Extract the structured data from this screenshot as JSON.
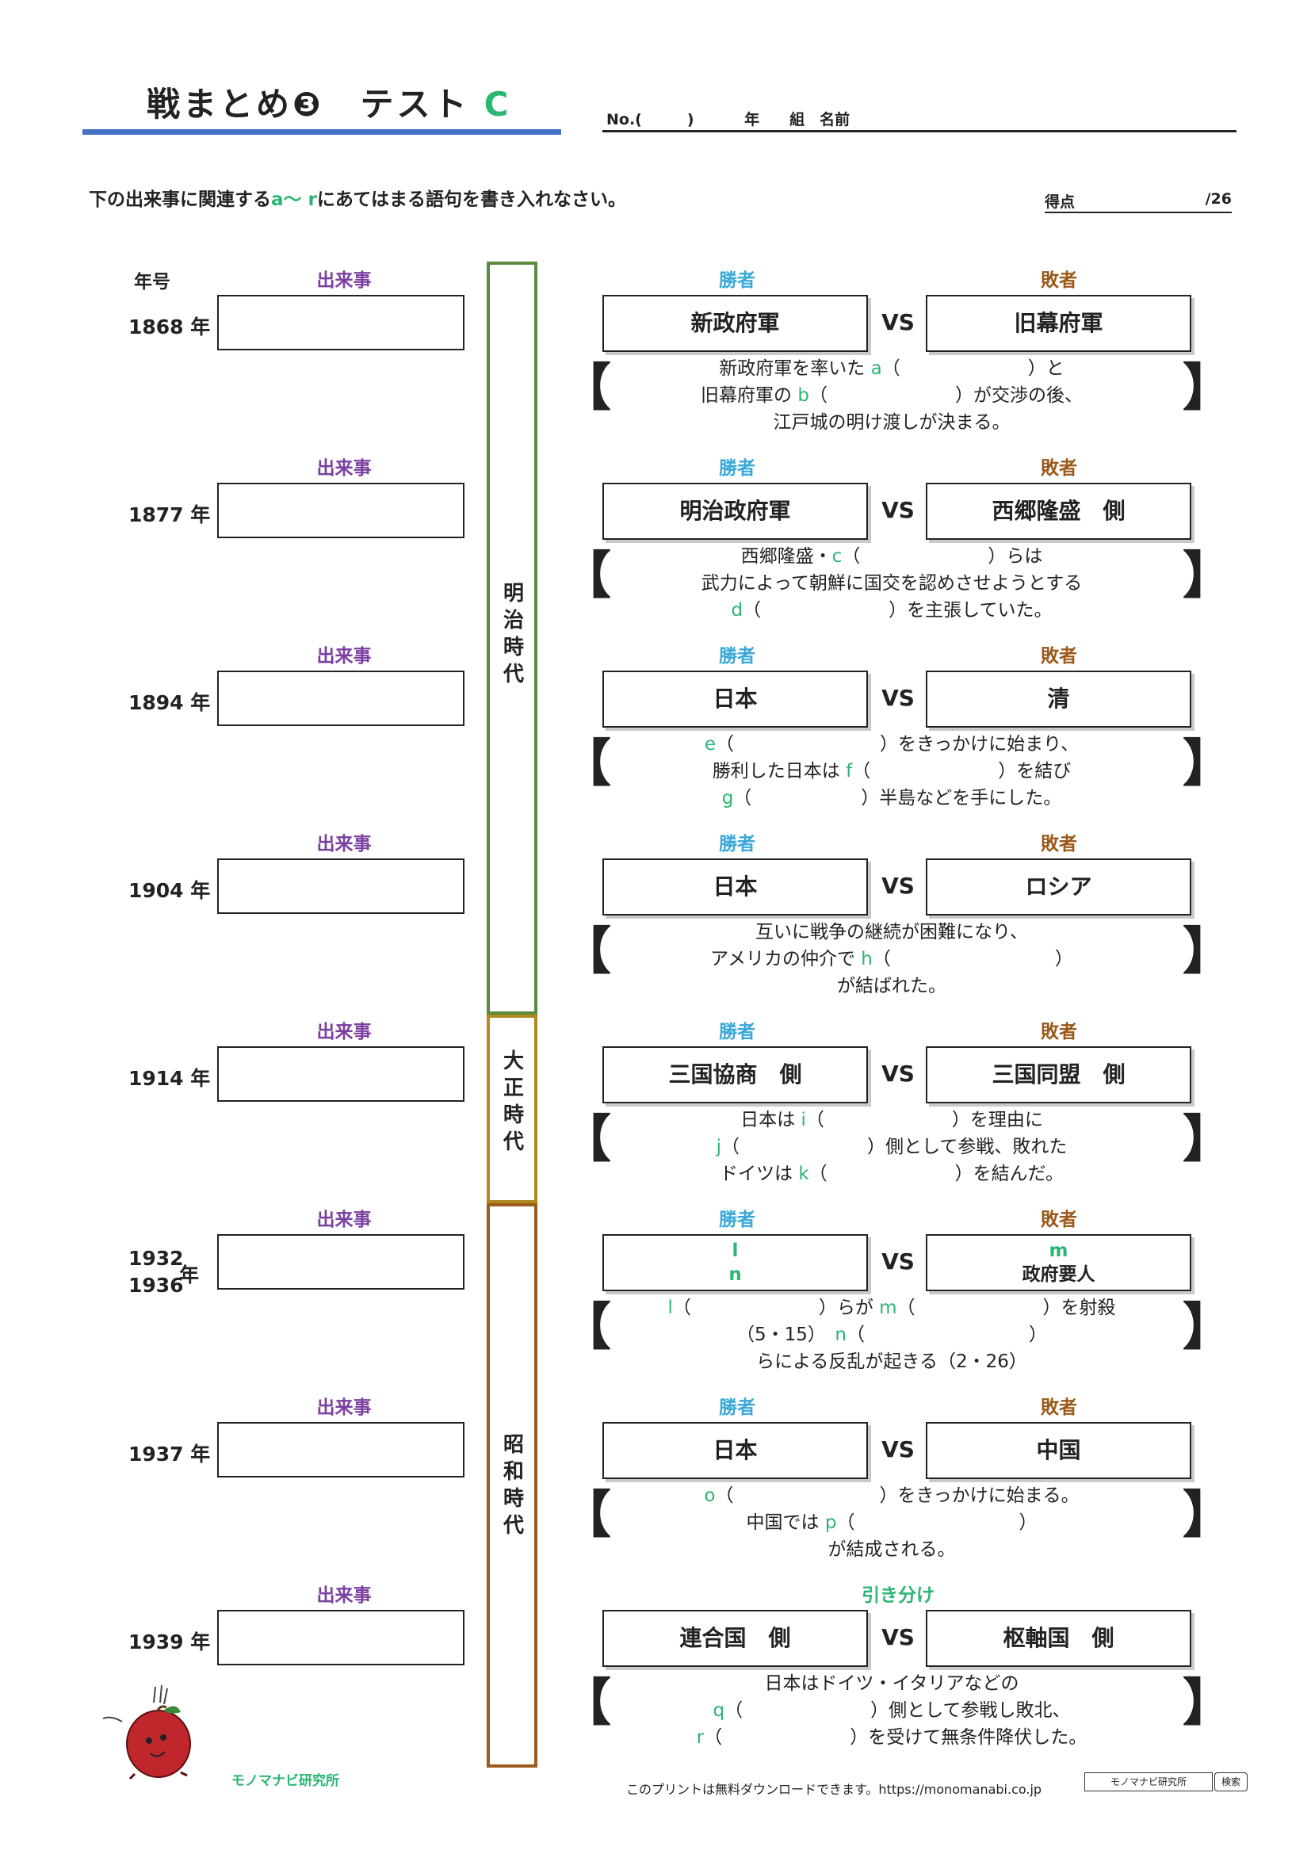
{
  "header": {
    "title": "戦まとめ❸　テスト",
    "version": "C",
    "info": "No.(　　　)　　　 年　　組　名前"
  },
  "instruction": {
    "pre": "下の出来事に関連する",
    "range": "a〜 r",
    "post": "にあてはまる語句を書き入れなさい。"
  },
  "score": {
    "label": "得点",
    "total": "/26"
  },
  "col_headers": {
    "year": "年号"
  },
  "eras": [
    {
      "name": "明治時代"
    },
    {
      "name": "大正時代"
    },
    {
      "name": "昭和時代"
    }
  ],
  "rows": [
    {
      "year": "1868 年",
      "event_header": "出来事",
      "left_header": "勝者",
      "right_header": "敗者",
      "left": [
        "新政府軍"
      ],
      "vs": "VS",
      "right": [
        "旧幕府軍"
      ],
      "lines": [
        [
          {
            "t": "新政府軍を率いた "
          },
          {
            "t": "a",
            "g": 1
          },
          {
            "t": "（　　　　　　　）と"
          }
        ],
        [
          {
            "t": "旧幕府軍の "
          },
          {
            "t": "b",
            "g": 1
          },
          {
            "t": "（　　　　　　　）が交渉の後、"
          }
        ],
        [
          {
            "t": "江戸城の明け渡しが決まる。"
          }
        ]
      ]
    },
    {
      "year": "1877 年",
      "event_header": "出来事",
      "left_header": "勝者",
      "right_header": "敗者",
      "left": [
        "明治政府軍"
      ],
      "vs": "VS",
      "right": [
        "西郷隆盛　側"
      ],
      "lines": [
        [
          {
            "t": "西郷隆盛・"
          },
          {
            "t": "c",
            "g": 1
          },
          {
            "t": "（　　　　　　　）らは"
          }
        ],
        [
          {
            "t": "武力によって朝鮮に国交を認めさせようとする"
          }
        ],
        [
          {
            "t": "d",
            "g": 1
          },
          {
            "t": "（　　　　　　　）を主張していた。"
          }
        ]
      ]
    },
    {
      "year": "1894 年",
      "event_header": "出来事",
      "left_header": "勝者",
      "right_header": "敗者",
      "left": [
        "日本"
      ],
      "vs": "VS",
      "right": [
        "清"
      ],
      "lines": [
        [
          {
            "t": "e",
            "g": 1
          },
          {
            "t": "（　　　　　　　　）をきっかけに始まり、"
          }
        ],
        [
          {
            "t": "勝利した日本は "
          },
          {
            "t": "f",
            "g": 1
          },
          {
            "t": "（　　　　　　　）を結び"
          }
        ],
        [
          {
            "t": "g",
            "g": 1
          },
          {
            "t": "（　　　　　　）半島などを手にした。"
          }
        ]
      ]
    },
    {
      "year": "1904 年",
      "event_header": "出来事",
      "left_header": "勝者",
      "right_header": "敗者",
      "left": [
        "日本"
      ],
      "vs": "VS",
      "right": [
        "ロシア"
      ],
      "lines": [
        [
          {
            "t": "互いに戦争の継続が困難になり、"
          }
        ],
        [
          {
            "t": "アメリカの仲介で "
          },
          {
            "t": "h",
            "g": 1
          },
          {
            "t": "（　　　　　　　　　）"
          }
        ],
        [
          {
            "t": "が結ばれた。"
          }
        ]
      ]
    },
    {
      "year": "1914 年",
      "event_header": "出来事",
      "left_header": "勝者",
      "right_header": "敗者",
      "left": [
        "三国協商　側"
      ],
      "vs": "VS",
      "right": [
        "三国同盟　側"
      ],
      "lines": [
        [
          {
            "t": "日本は "
          },
          {
            "t": "i",
            "g": 1
          },
          {
            "t": "（　　　　　　　）を理由に"
          }
        ],
        [
          {
            "t": "j",
            "g": 1
          },
          {
            "t": "（　　　　　　　）側として参戦、敗れた"
          }
        ],
        [
          {
            "t": "ドイツは "
          },
          {
            "t": "k",
            "g": 1
          },
          {
            "t": "（　　　　　　　）を結んだ。"
          }
        ]
      ]
    },
    {
      "year": "1932\n1936",
      "year_suffix": "年",
      "event_header": "出来事",
      "left_header": "勝者",
      "right_header": "敗者",
      "left": [
        "l",
        "n"
      ],
      "left_green": true,
      "vs": "VS",
      "right": [
        "m",
        "政府要人"
      ],
      "right_first_green": true,
      "lines": [
        [
          {
            "t": "l",
            "g": 1
          },
          {
            "t": "（　　　　　　　）らが "
          },
          {
            "t": "m",
            "g": 1
          },
          {
            "t": "（　　　　　　　）を射殺"
          }
        ],
        [
          {
            "t": "（5・15）　"
          },
          {
            "t": "n",
            "g": 1
          },
          {
            "t": "（　　　　　　　　　）"
          }
        ],
        [
          {
            "t": "らによる反乱が起きる（2・26）"
          }
        ]
      ]
    },
    {
      "year": "1937 年",
      "event_header": "出来事",
      "left_header": "勝者",
      "right_header": "敗者",
      "left": [
        "日本"
      ],
      "vs": "VS",
      "right": [
        "中国"
      ],
      "lines": [
        [
          {
            "t": "o",
            "g": 1
          },
          {
            "t": "（　　　　　　　　）をきっかけに始まる。"
          }
        ],
        [
          {
            "t": "中国では "
          },
          {
            "t": "p",
            "g": 1
          },
          {
            "t": "（　　　　　　　　　）"
          }
        ],
        [
          {
            "t": "が結成される。"
          }
        ]
      ]
    },
    {
      "year": "1939 年",
      "event_header": "出来事",
      "center_header": "引き分け",
      "left": [
        "連合国　側"
      ],
      "vs": "VS",
      "right": [
        "枢軸国　側"
      ],
      "lines": [
        [
          {
            "t": "日本はドイツ・イタリアなどの"
          }
        ],
        [
          {
            "t": "q",
            "g": 1
          },
          {
            "t": "（　　　　　　　）側として参戦し敗北、"
          }
        ],
        [
          {
            "t": "r",
            "g": 1
          },
          {
            "t": "（　　　　　　　）を受けて無条件降伏した。"
          }
        ]
      ]
    }
  ],
  "brackets": {
    "left": "【",
    "right": "】"
  },
  "footer": {
    "logo": "モノマナビ研究所",
    "text": "このプリントは無料ダウンロードできます。https://monomanabi.co.jp",
    "search_box": "モノマナビ研究所",
    "search_btn": "検索"
  },
  "colors": {
    "title_line": "#4472c4",
    "green": "#2bb673",
    "purple": "#7b3fa0",
    "blue": "#3aa8d8",
    "brown": "#9b5a1a",
    "meiji": "#5a8a3c",
    "taisho": "#b08a1e",
    "showa": "#9b5a1a"
  }
}
